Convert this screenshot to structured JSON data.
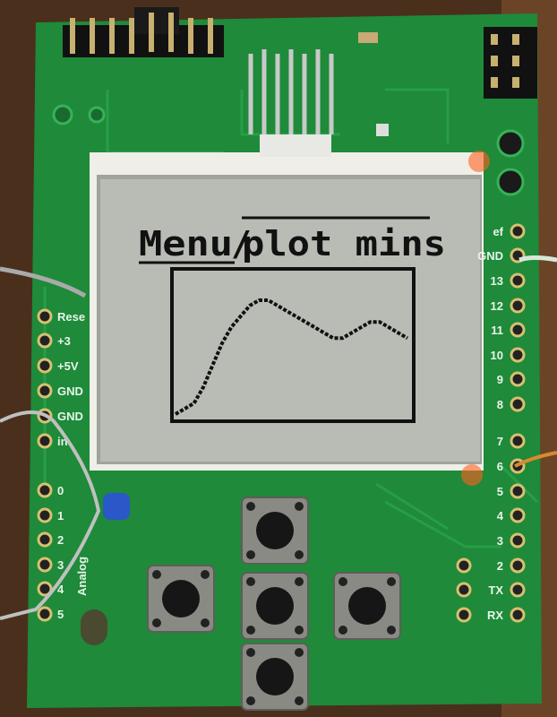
{
  "lcd": {
    "title_menu": "Menu",
    "title_separator": "/",
    "title_plot": "plot mins",
    "plot_series": {
      "type": "line",
      "title": "",
      "values": [
        1,
        2,
        3,
        6,
        10,
        14,
        17,
        19,
        21,
        22,
        22,
        21,
        20,
        19,
        18,
        17,
        16,
        15,
        15,
        16,
        17,
        18,
        18,
        17,
        16,
        15
      ]
    }
  },
  "header_right": {
    "labels": [
      "ef",
      "GND",
      "13",
      "12",
      "11",
      "10",
      "9",
      "8",
      "7",
      "6",
      "5",
      "4",
      "3",
      "2",
      "TX",
      "RX"
    ]
  },
  "header_left": {
    "power_labels": [
      "Rese",
      "+3",
      "+5V",
      "GND",
      "GND",
      "in"
    ],
    "analog_labels": [
      "0",
      "1",
      "2",
      "3",
      "4",
      "5"
    ],
    "analog_title": "Analog"
  },
  "colors": {
    "pcb": "#1f8a3c",
    "pcb_dark": "#16702f",
    "lcd_bg": "#b9bcb4",
    "lcd_ink": "#151515",
    "table": "#5a3a22"
  },
  "buttons": {
    "names": [
      "up",
      "left",
      "center",
      "right",
      "down"
    ]
  }
}
